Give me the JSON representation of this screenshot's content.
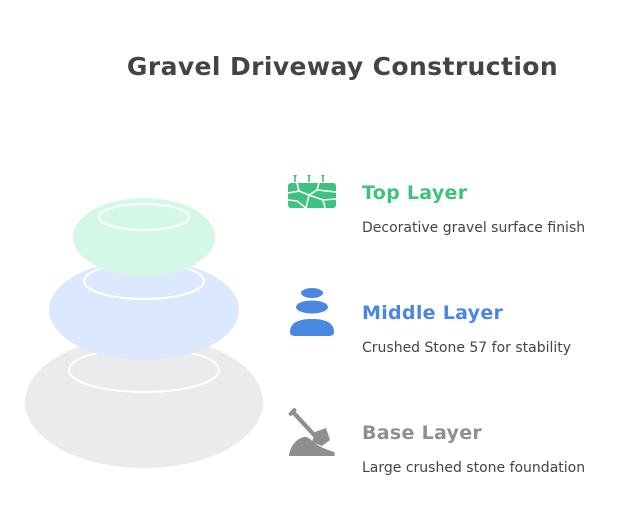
{
  "title": "Gravel Driveway Construction",
  "colors": {
    "top": "#3ec27f",
    "middle": "#4a87e3",
    "base": "#8f8f8f",
    "top_fill": "#d3f9e6",
    "middle_fill": "#dce8fd",
    "base_fill": "#ebebeb"
  },
  "layers": [
    {
      "title": "Top Layer",
      "description": "Decorative gravel surface finish",
      "icon": "gravel-surface-icon"
    },
    {
      "title": "Middle Layer",
      "description": "Crushed Stone 57 for stability",
      "icon": "stacked-stones-icon"
    },
    {
      "title": "Base Layer",
      "description": "Large crushed stone foundation",
      "icon": "shovel-icon"
    }
  ]
}
